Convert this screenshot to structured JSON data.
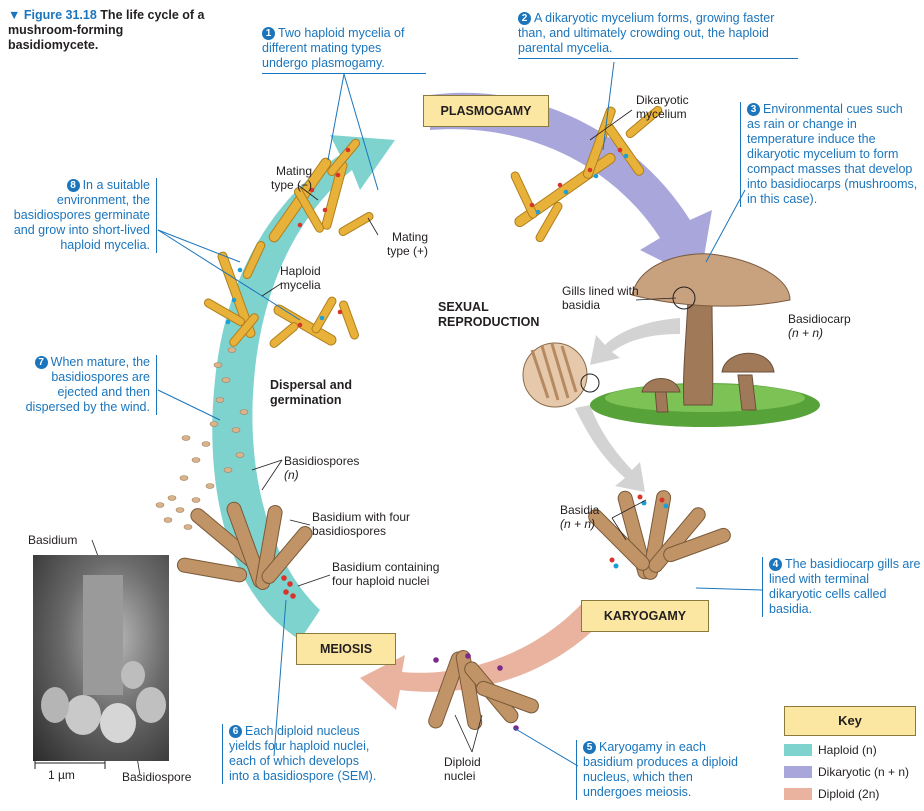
{
  "figure": {
    "number": "Figure 31.18",
    "title": "The life cycle of a mushroom-forming basidiomycete."
  },
  "stages": {
    "plasmogamy": "PLASMOGAMY",
    "karyogamy": "KARYOGAMY",
    "meiosis": "MEIOSIS"
  },
  "center_label": "SEXUAL REPRODUCTION",
  "notes": {
    "n1": {
      "num": "1",
      "text": "Two haploid mycelia of different mating types undergo plasmogamy."
    },
    "n2": {
      "num": "2",
      "text": "A dikaryotic mycelium forms, growing faster than, and ultimately crowding out, the haploid parental mycelia."
    },
    "n3": {
      "num": "3",
      "text": "Environmental cues such as rain or change in temperature induce the dikaryotic mycelium to form compact masses that develop into basidiocarps (mushrooms, in this case)."
    },
    "n4": {
      "num": "4",
      "text": "The basidiocarp gills are lined with terminal dikaryotic cells called basidia."
    },
    "n5": {
      "num": "5",
      "text": "Karyogamy in each basidium produces a diploid nucleus, which then undergoes meiosis."
    },
    "n6": {
      "num": "6",
      "text": "Each diploid nucleus yields four haploid nuclei, each of which develops into a basidiospore (SEM)."
    },
    "n7": {
      "num": "7",
      "text": "When mature, the basidiospores are ejected and then dispersed by the wind."
    },
    "n8": {
      "num": "8",
      "text": "In a suitable environment, the basidiospores germinate and grow into short-lived haploid mycelia."
    }
  },
  "labels": {
    "dikaryotic_mycelium": "Dikaryotic mycelium",
    "mating_type_minus": "Mating type (−)",
    "mating_type_plus": "Mating type (+)",
    "haploid_mycelia": "Haploid mycelia",
    "gills_lined": "Gills lined with basidia",
    "basidiocarp": "Basidiocarp",
    "basidiocarp_ploidy": "(n + n)",
    "dispersal": "Dispersal and germination",
    "basidiospores": "Basidiospores",
    "basidiospores_ploidy": "(n)",
    "basidium_four_spores": "Basidium with four basidiospores",
    "basidium_four_nuclei": "Basidium containing four haploid nuclei",
    "basidia": "Basidia",
    "basidia_ploidy": "(n + n)",
    "diploid_nuclei": "Diploid nuclei",
    "sem_basidium": "Basidium",
    "sem_basidiospore": "Basidiospore",
    "scale_bar": "1 µm"
  },
  "key": {
    "title": "Key",
    "items": [
      {
        "label": "Haploid (n)",
        "color": "#7fd3cf"
      },
      {
        "label": "Dikaryotic (n + n)",
        "color": "#a9a6dc"
      },
      {
        "label": "Diploid (2n)",
        "color": "#e9b3a0"
      }
    ]
  },
  "colors": {
    "accent_blue": "#1b75bc",
    "label_fill": "#fbe7a1",
    "haploid": "#7fd3cf",
    "dikaryotic": "#a9a6dc",
    "diploid": "#e9b3a0",
    "hypha": "#e8b23a",
    "basidium_brown": "#b98a5a",
    "mushroom_cap": "#c8a27e",
    "grass": "#57a33a"
  }
}
